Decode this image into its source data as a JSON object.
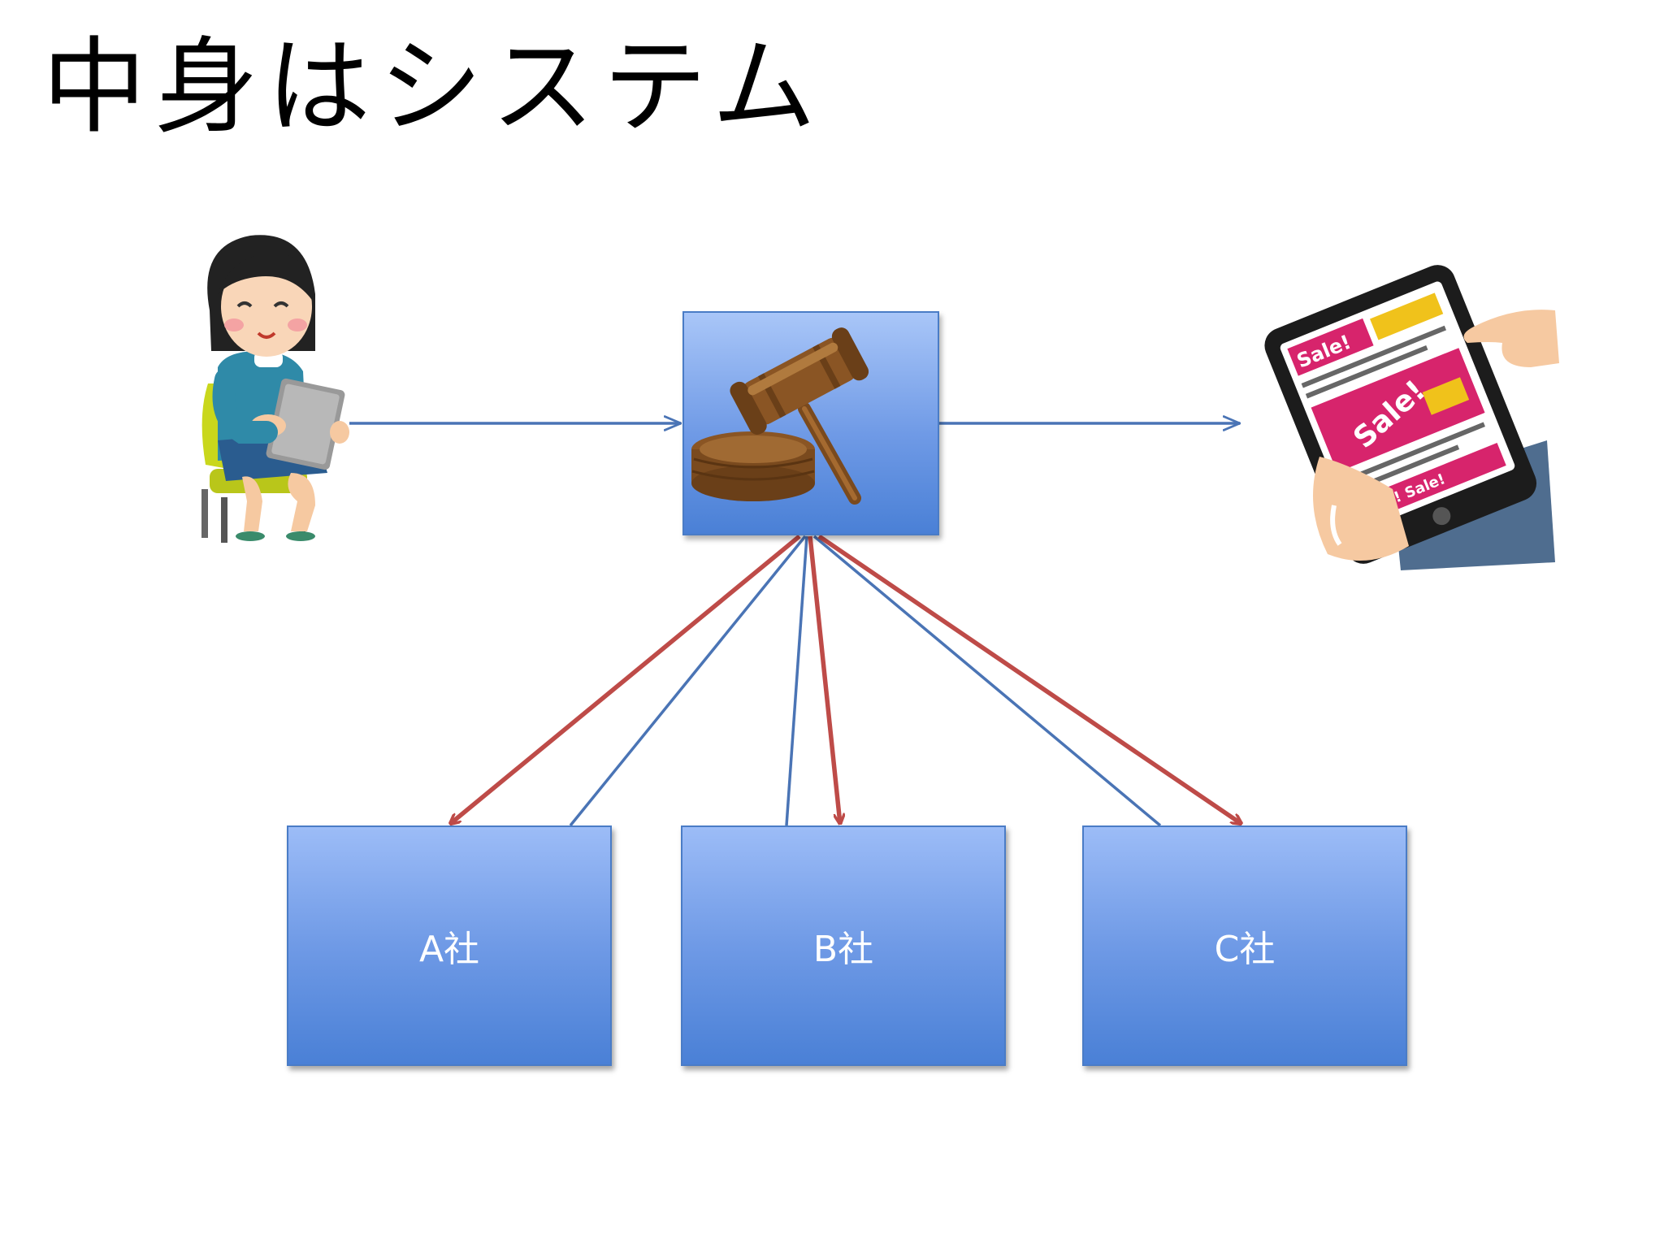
{
  "title": "中身はシステム",
  "companies": [
    {
      "label": "A社"
    },
    {
      "label": "B社"
    },
    {
      "label": "C社"
    }
  ],
  "icons": {
    "user": "woman-with-tablet-icon",
    "auction": "gavel-icon",
    "result": "sale-smartphone-icon"
  },
  "tablet_ads": [
    "Sale!",
    "Sale!",
    "Sale! Sale!"
  ],
  "colors": {
    "flow_arrow": "#4a74b5",
    "bid_arrow": "#be4b48",
    "box_top": "#9cbcf7",
    "box_bottom": "#4a80d6"
  }
}
